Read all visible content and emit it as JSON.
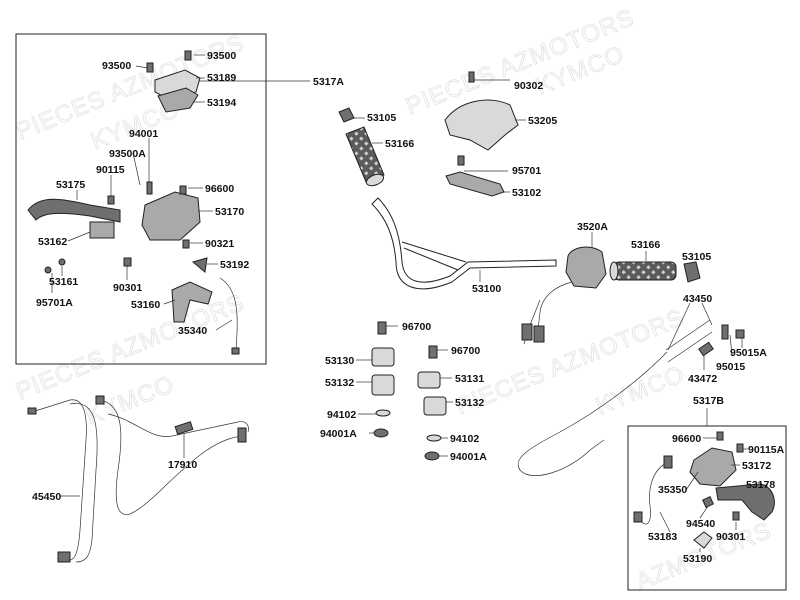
{
  "watermarks": [
    "PIECES AZMOTORS",
    "KYMCO",
    "PIECES AZMOTORS",
    "KYMCO",
    "PIECES AZMOTORS",
    "KYMCO",
    "PIECES AZMOTORS",
    "KYMCO",
    "AZMOTORS"
  ],
  "labels": {
    "a93500L": "93500",
    "a93500R": "93500",
    "a53189": "53189",
    "a53194": "53194",
    "a5317A": "5317A",
    "a94001": "94001",
    "a93500A": "93500A",
    "a90115": "90115",
    "a53175": "53175",
    "a96600L": "96600",
    "a53170": "53170",
    "a53162": "53162",
    "a90321": "90321",
    "a53192": "53192",
    "a53161": "53161",
    "a90301L": "90301",
    "a95701A": "95701A",
    "a53160": "53160",
    "a35340": "35340",
    "a53105L": "53105",
    "a53166L": "53166",
    "a90302": "90302",
    "a53205": "53205",
    "a95701": "95701",
    "a53102": "53102",
    "a3520A": "3520A",
    "a53166R": "53166",
    "a53105R": "53105",
    "a53100": "53100",
    "a43450": "43450",
    "a95015A": "95015A",
    "a95015": "95015",
    "a43472": "43472",
    "a96700L": "96700",
    "a53130": "53130",
    "a96700R": "96700",
    "a53132L": "53132",
    "a53131": "53131",
    "a53132R": "53132",
    "a94102L": "94102",
    "a94001AL": "94001A",
    "a94102R": "94102",
    "a94001AR": "94001A",
    "a17910": "17910",
    "a45450": "45450",
    "a5317B": "5317B",
    "a96600R": "96600",
    "a90115A": "90115A",
    "a53172": "53172",
    "a35350": "35350",
    "a53178": "53178",
    "a94540": "94540",
    "a53183": "53183",
    "a90301R": "90301",
    "a53190": "53190"
  }
}
